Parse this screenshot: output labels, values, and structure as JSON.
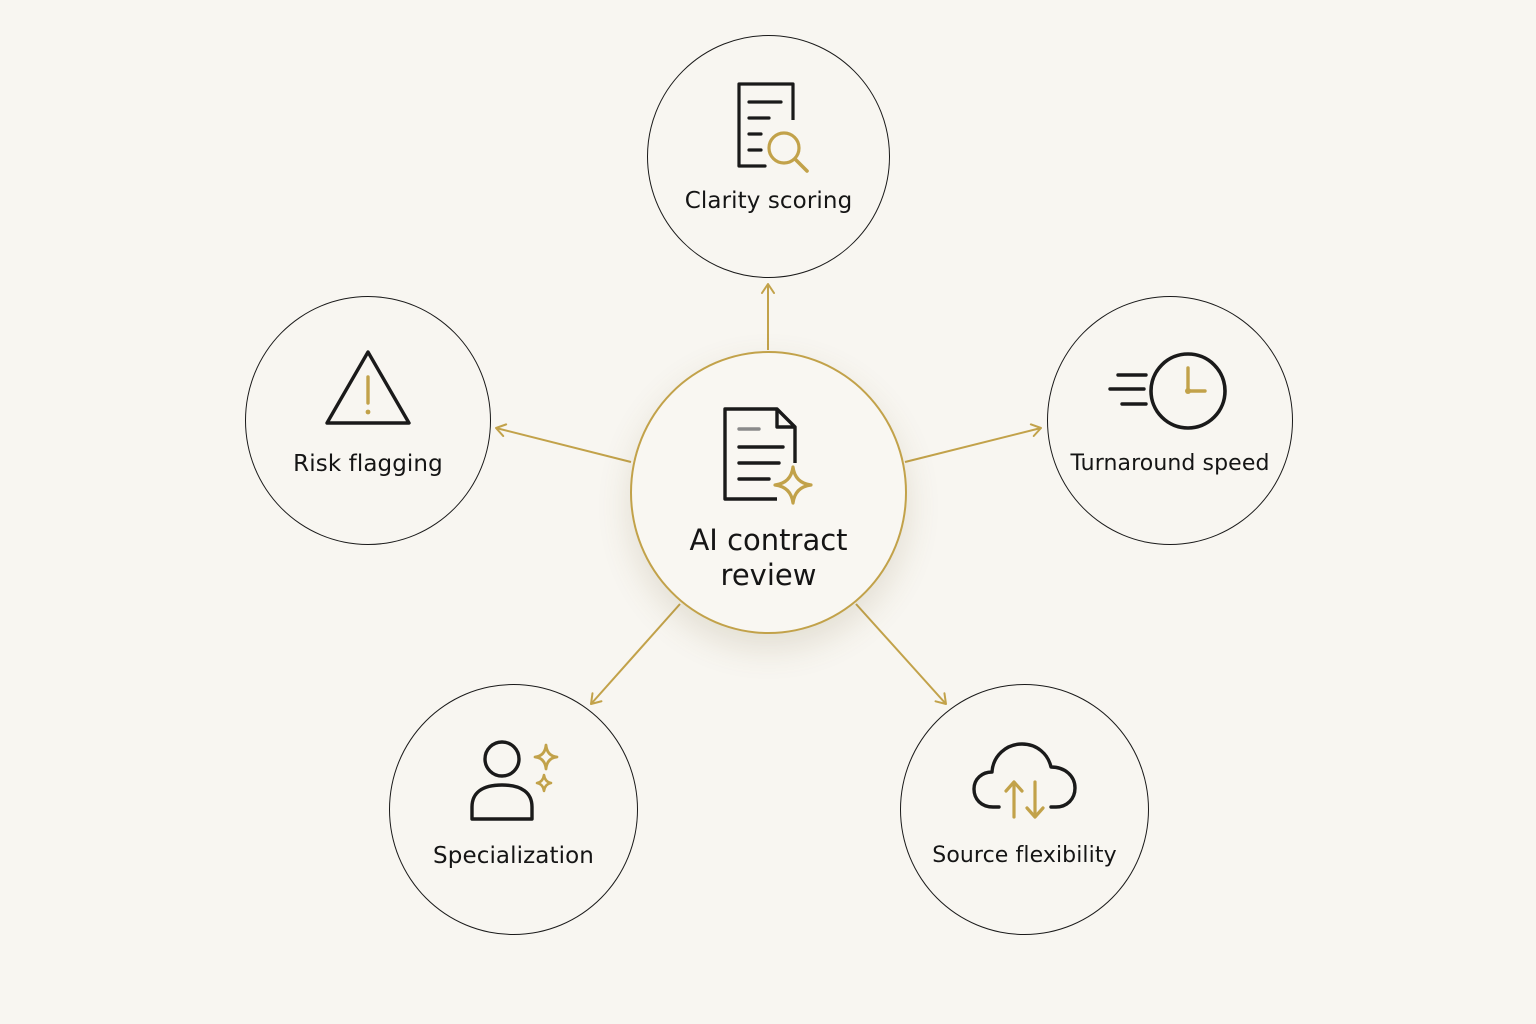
{
  "center": {
    "label_line1": "AI contract",
    "label_line2": "review",
    "icon": "document-sparkle-icon"
  },
  "nodes": [
    {
      "label": "Clarity scoring",
      "icon": "document-search-icon"
    },
    {
      "label": "Turnaround speed",
      "icon": "clock-fast-icon"
    },
    {
      "label": "Source flexibility",
      "icon": "cloud-sync-icon"
    },
    {
      "label": "Specialization",
      "icon": "user-sparkle-icon"
    },
    {
      "label": "Risk flagging",
      "icon": "warning-triangle-icon"
    }
  ],
  "colors": {
    "accent": "#c2a24a",
    "ink": "#1a1a1a",
    "background": "#f8f6f1"
  }
}
